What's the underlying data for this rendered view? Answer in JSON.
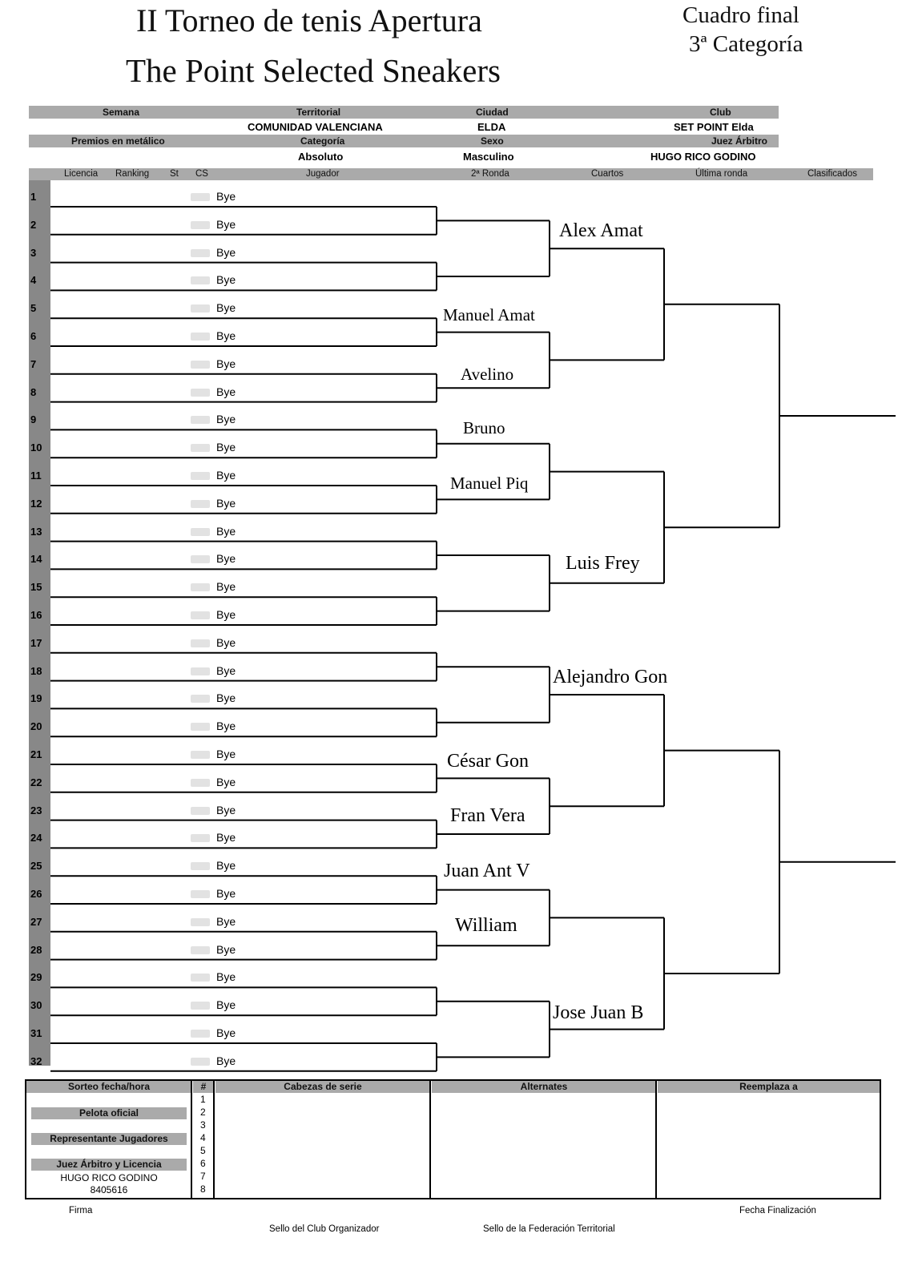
{
  "title": {
    "line1": "II Torneo de tenis Apertura",
    "line2": "The Point Selected Sneakers",
    "category_line1": "Cuadro final",
    "category_line2": "3ª Categoría"
  },
  "header": {
    "semana_label": "Semana",
    "territorial_label": "Territorial",
    "territorial_value": "COMUNIDAD VALENCIANA",
    "ciudad_label": "Ciudad",
    "ciudad_value": "ELDA",
    "club_label": "Club",
    "club_value": "SET POINT Elda",
    "premios_label": "Premios en metálico",
    "categoria_label": "Categoría",
    "categoria_value": "Absoluto",
    "sexo_label": "Sexo",
    "sexo_value": "Masculino",
    "juez_label": "Juez Árbitro",
    "juez_value": "HUGO RICO GODINO"
  },
  "columns": {
    "licencia": "Licencia",
    "ranking": "Ranking",
    "st": "St",
    "cs": "CS",
    "jugador": "Jugador",
    "segunda_ronda": "2ª Ronda",
    "cuartos": "Cuartos",
    "ultima_ronda": "Última ronda",
    "clasificados": "Clasificados"
  },
  "draw": {
    "rows": [
      "1",
      "2",
      "3",
      "4",
      "5",
      "6",
      "7",
      "8",
      "9",
      "10",
      "11",
      "12",
      "13",
      "14",
      "15",
      "16",
      "17",
      "18",
      "19",
      "20",
      "21",
      "22",
      "23",
      "24",
      "25",
      "26",
      "27",
      "28",
      "29",
      "30",
      "31",
      "32"
    ],
    "first_round_entry": "Bye",
    "second_round": [
      "",
      "Manuel Amat",
      "Avelino",
      "Bruno",
      "Manuel Piq",
      "",
      "",
      "César Gon",
      "Fran Vera",
      "Juan Ant V",
      "William",
      ""
    ],
    "quarters": [
      "Alex Amat",
      "Luis Frey",
      "Alejandro Gon",
      "Jose Juan B"
    ]
  },
  "footer": {
    "sorteo_label": "Sorteo fecha/hora",
    "pelota_label": "Pelota oficial",
    "representante_label": "Representante Jugadores",
    "juez_licencia_label": "Juez Árbitro y Licencia",
    "juez_name": "HUGO RICO GODINO",
    "juez_licencia": "8405616",
    "hash_label": "#",
    "seed_numbers": [
      "1",
      "2",
      "3",
      "4",
      "5",
      "6",
      "7",
      "8"
    ],
    "cabezas_label": "Cabezas  de serie",
    "alternates_label": "Alternates",
    "reemplaza_label": "Reemplaza a",
    "firma": "Firma",
    "fecha_finalizacion": "Fecha Finalización",
    "sello_club": "Sello del Club Organizador",
    "sello_federacion": "Sello de la Federación Territorial"
  },
  "colors": {
    "band": "#aaaaaa",
    "left_bar": "#888888",
    "ink": "#000000"
  }
}
